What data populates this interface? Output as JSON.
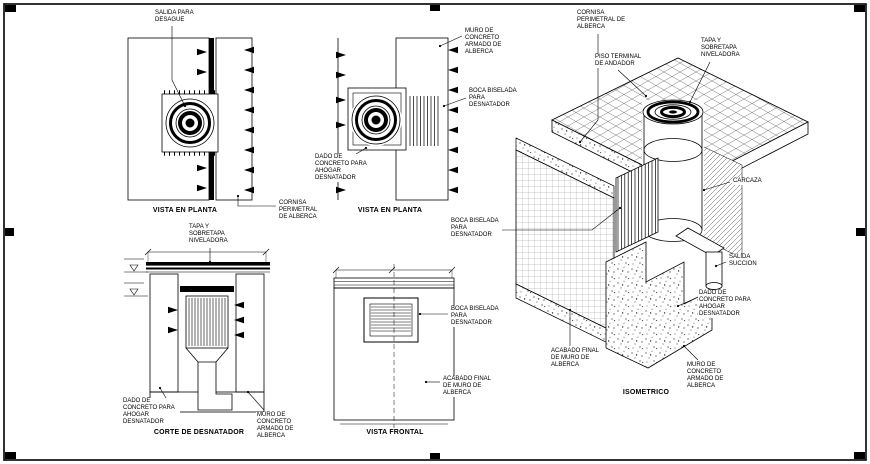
{
  "sheet": {
    "bg_color": "#ffffff",
    "line_color": "#000000",
    "views": {
      "plan_left": {
        "title": "VISTA EN PLANTA",
        "labels": {
          "salida_desague": "SALIDA PARA DESAGUE",
          "cornisa": "CORNISA PERIMETRAL DE ALBERCA"
        }
      },
      "plan_mid": {
        "title": "VISTA EN PLANTA",
        "labels": {
          "muro": "MURO DE CONCRETO ARMADO DE ALBERCA",
          "boca": "BOCA BISELADA PARA DESNATADOR",
          "dado": "DADO DE CONCRETO PARA AHOGAR DESNATADOR"
        }
      },
      "isometric": {
        "title": "ISOMETRICO",
        "labels": {
          "cornisa": "CORNISA PERIMETRAL DE ALBERCA",
          "piso": "PISO TERMINAL DE ANDADOR",
          "tapa": "TAPA Y SOBRETAPA NIVELADORA",
          "carcaza": "CARCAZA",
          "salida_succion": "SALIDA SUCCION",
          "dado": "DADO DE CONCRETO PARA AHOGAR DESNATADOR",
          "boca": "BOCA BISELADA PARA DESNATADOR",
          "acabado": "ACABADO FINAL DE MURO DE ALBERCA",
          "muro": "MURO DE CONCRETO ARMADO DE ALBERCA"
        }
      },
      "corte": {
        "title": "CORTE DE DESNATADOR",
        "labels": {
          "tapa": "TAPA Y SOBRETAPA NIVELADORA",
          "dado": "DADO DE CONCRETO PARA AHOGAR DESNATADOR",
          "muro": "MURO DE CONCRETO ARMADO DE ALBERCA"
        }
      },
      "frontal": {
        "title": "VISTA FRONTAL",
        "labels": {
          "boca": "BOCA BISELADA PARA DESNATADOR",
          "acabado": "ACABADO FINAL DE MURO DE ALBERCA"
        }
      }
    }
  }
}
